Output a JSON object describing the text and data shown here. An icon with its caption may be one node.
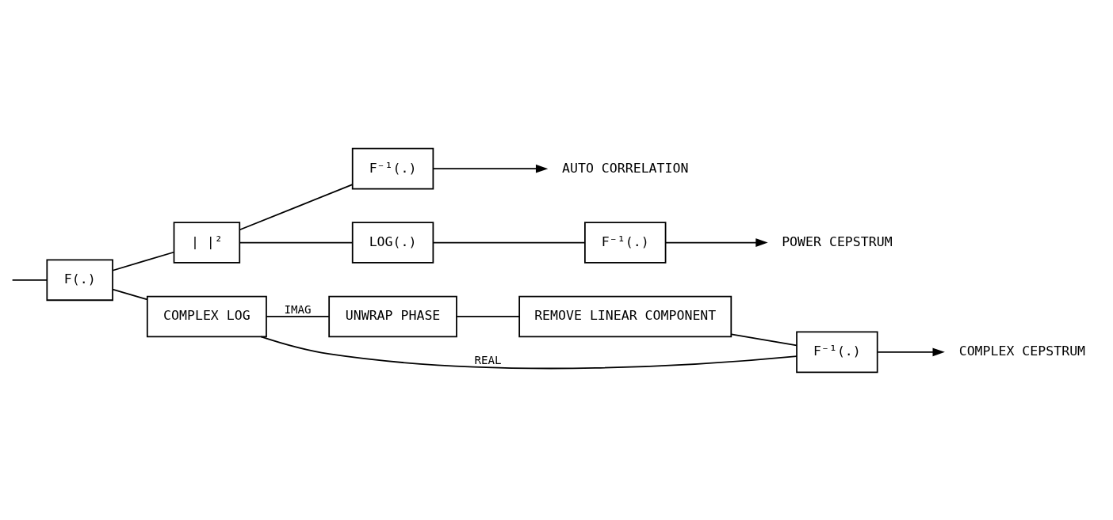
{
  "diagram": {
    "nodes": [
      {
        "text": [
          "F(.)"
        ]
      },
      {
        "text": [
          "| |²"
        ]
      },
      {
        "text": [
          "F⁻¹(.)"
        ]
      },
      {
        "text": [
          "LOG(.)"
        ]
      },
      {
        "text": [
          "F⁻¹(.)"
        ]
      },
      {
        "text": [
          "COMPLEX LOG"
        ]
      },
      {
        "text": [
          "UNWRAP PHASE"
        ]
      },
      {
        "text": [
          "REMOVE LINEAR COMPONENT"
        ]
      },
      {
        "text": [
          "F⁻¹(.)"
        ]
      },
      {
        "text": [
          "AUTO CORRELATION"
        ]
      },
      {
        "text": [
          "POWER CEPSTRUM"
        ]
      },
      {
        "text": [
          "COMPLEX CEPSTRUM"
        ]
      }
    ],
    "edges": [
      {
        "from": null,
        "to": 0,
        "arrow": "none"
      },
      {
        "from": 0,
        "to": 1,
        "arrow": "none"
      },
      {
        "from": 0,
        "to": 5,
        "arrow": "none"
      },
      {
        "from": 1,
        "to": 2,
        "arrow": "none"
      },
      {
        "from": 1,
        "to": 3,
        "arrow": "none"
      },
      {
        "from": 2,
        "to": 9,
        "arrow": "to"
      },
      {
        "from": 3,
        "to": 4,
        "arrow": "none"
      },
      {
        "from": 4,
        "to": 10,
        "arrow": "to"
      },
      {
        "from": 5,
        "to": 8,
        "arrow": "none",
        "label": "REAL"
      },
      {
        "from": 5,
        "to": 6,
        "arrow": "none",
        "label": "IMAG"
      },
      {
        "from": 6,
        "to": 7,
        "arrow": "none"
      },
      {
        "from": 7,
        "to": 8,
        "arrow": "none"
      },
      {
        "from": 8,
        "to": 11,
        "arrow": "to"
      }
    ]
  }
}
